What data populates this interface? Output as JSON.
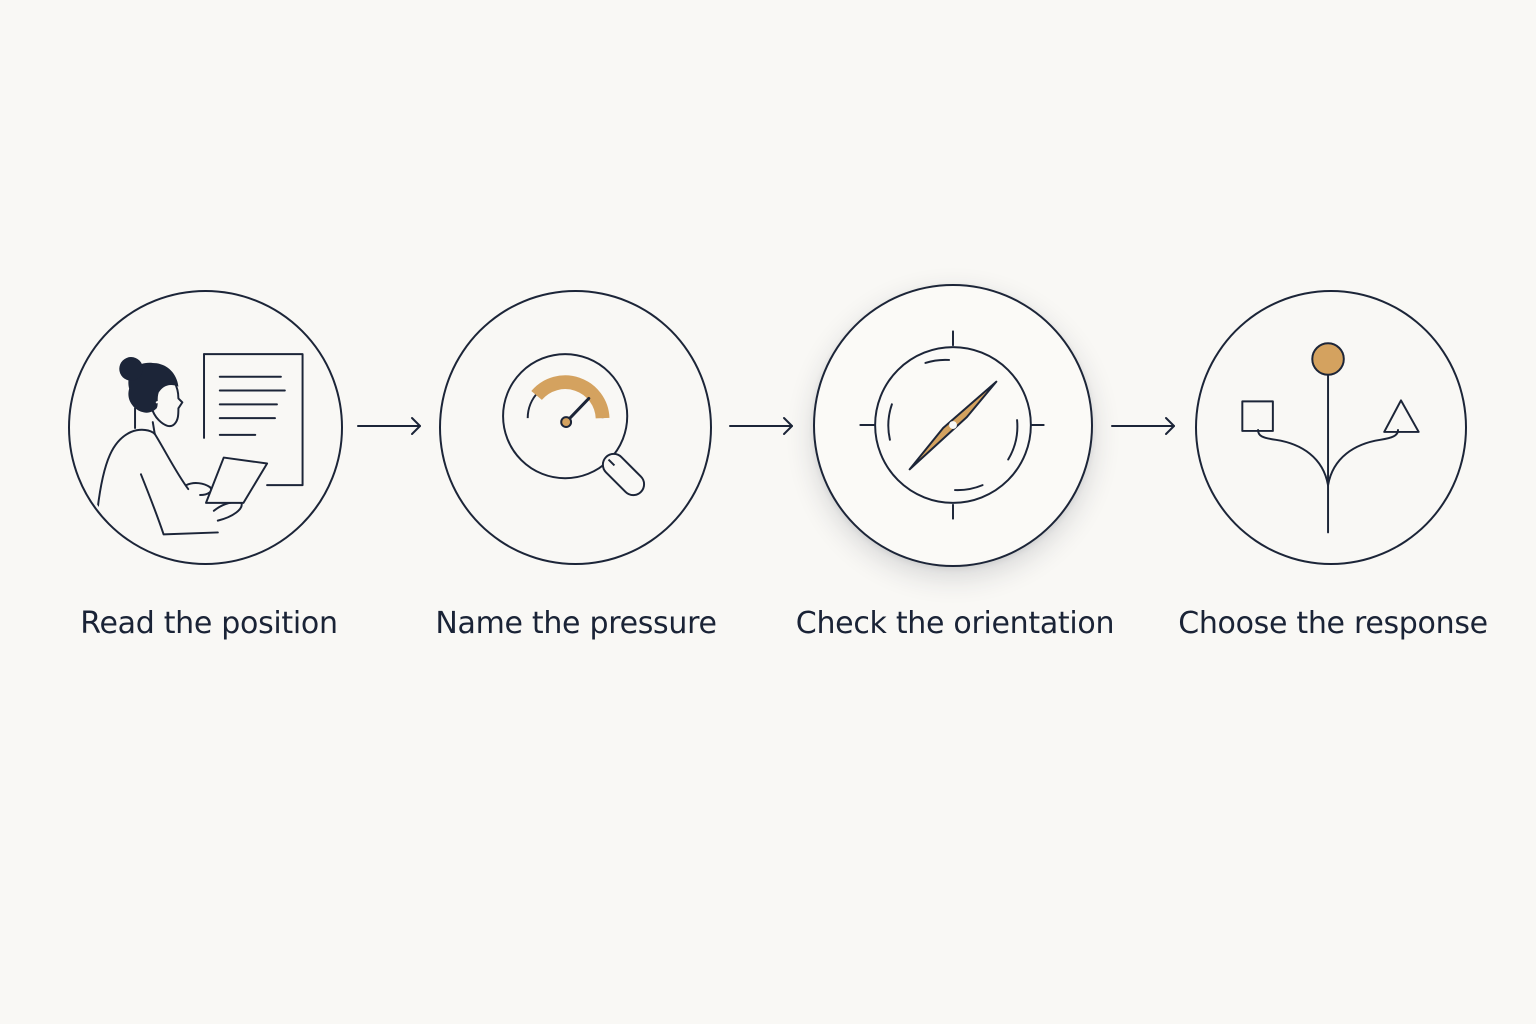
{
  "steps": [
    {
      "label": "Read the position",
      "icon": "person-reading-document-icon"
    },
    {
      "label": "Name the pressure",
      "icon": "magnifier-gauge-icon"
    },
    {
      "label": "Check the orientation",
      "icon": "compass-icon"
    },
    {
      "label": "Choose the response",
      "icon": "branching-paths-icon"
    }
  ],
  "colors": {
    "background": "#f9f8f5",
    "ink": "#1c2538",
    "accent": "#d4a25f"
  }
}
